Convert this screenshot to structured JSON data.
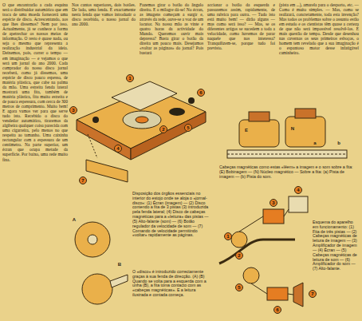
{
  "diagram": {
    "nodes": [
      {
        "text": [
          "1"
        ]
      },
      {
        "text": [
          "2"
        ]
      },
      {
        "text": [
          "3"
        ]
      },
      {
        "text": [
          "4"
        ]
      },
      {
        "text": [
          "5"
        ]
      },
      {
        "text": [
          "6"
        ]
      },
      {
        "text": [
          "7"
        ]
      },
      {
        "text": [
          "1"
        ]
      },
      {
        "text": [
          "2"
        ]
      },
      {
        "text": [
          "3"
        ]
      },
      {
        "text": [
          "4"
        ]
      },
      {
        "text": [
          "5"
        ]
      },
      {
        "text": [
          "6"
        ]
      },
      {
        "text": [
          "7"
        ]
      }
    ],
    "labels": [
      "O que encontrarão a cada esquina será o distribuidor automático que em troca de uma moeda fornecerá uma espécie de disco. Acrescentando, aos que lhes dissemos? Nem por isso. Actualmente, já se conhece a forma de apetrechar os nossos meios de informação. O resto é quase nada, ou seja o mesmo que representa a realização industrial da ideia. Deixemos, pois, correr o tempo — em imaginação — e vejamos o que será um jornal do ano 2000. Cada comprador do nosso disco jornal receberá, como já dissemos, uma espécie de disco pouco espesso, de matéria plástica, que cabe na palma da mão. Uma estreita fenda lateral mostrará uma fita, também de matéria plástica, fita muito estreita e de pouca espessura, com cerca de 300 metros de comprimento. Muito bem! E agora vamos ver para que serve tudo isto. Recebido o disco do vendedor automático, tiraremos da algibeira qualquer coisa parecida com uma cigarreira, pelo menos no que respeita ao tamanho. Uma caixinha rectangular com a espessura de um centímetro. Na parte superior, um écran que ocupa metade da superfície. Por baixo, uma rede muito fina.",
      "Nos cantos superiores, dois botões. De lado, uma fenda. É exactamente nesta fenda que vamos introduzir o disco recebido, o nosso jornal do ano 2000.",
      "Fazemos girar o botão do ângulo direito. E o milagre dá-se! No écran, as imagens começam a surgir e, através da rede, ouve-se a voz de um locutor. Na nossa mão as vinte e quatro horas da actividade do Mundo. Queremos ouvir mais depressa? Basta girar o botão da direita um pouco mais. Desejamos «voltar as páginas» do jornal? Pois bastará",
      "accionar o botão da esquerda e passaremos assim, rapidamente, de uma rubrica para outra. — Tudo isto está muito bem! — dirão alguns — mas como será isso? — Mas, se os diferentes artigos se sucedem a toda a velocidade, como havemos de parar naquele que nos interessa? Tranquilizem-se, porque tudo foi previsto.",
      "(pista em ...), amarela para o desporto, etc. — Como é muito simples. — Mas, como se realizará, concretamente, toda esta invenção? Mas todos os problemas sobre o assunto estão em estudo e os cientistas têm quase a certeza de que não será impossível resolvê-los. É mais questão de tempo. Desde que desenhou nas cavernas os seus primeiros esboços, o homem tem revelado que a sua imaginação é o espantoso motor desse infatigável caminheiro.",
      "Cabeças magnéticas como estas «lêem» a imagem e o som sobre a fita: (E) Bobinagem — (N) Núcleo magnético — Sobre a fita: (a) Pista de imagem — (b) Pista do som.",
      "Disposição dos órgãos essenciais no interior do estojo onde se aloja o «jornal-disco»: (1) Écran (imagem) — (2) Disco contendo a fita de 3 pistas (3) introduzida pela fenda lateral; (4) Disco de cabeças magnéticas para a «leitura» das pistas — (5) Alto-falante (som) — (6) Botão regulador da velocidade de som — (7) Comando de velocidade permitindo «voltar» rapidamente as páginas.",
      "O «disco» é introduzido correctamente graças à sua fenda de direcção. (A) (B) Quando se volta para a esquerda com a unha (B), a fita toma contacto com as «cabeças magnéticas». E a leitura ilustrada e contada começa.",
      "Esquema do aparelho em funcionamento: (1) Fita de três pistas — (2) Cabeças magnéticas de leitura de imagem — (3) Amplificador de imagem — (4) Écran — (5) Cabeças magnéticas de leitura de som — (6) Amplificador do som — (7) Alto-falante.",
      "E",
      "N",
      "a",
      "b",
      "A",
      "B"
    ]
  }
}
